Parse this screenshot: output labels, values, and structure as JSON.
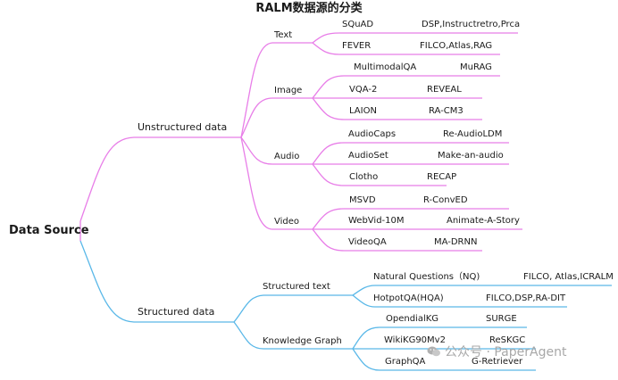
{
  "title": "RALM数据源的分类",
  "root": "Data Source",
  "colors": {
    "unstructured": "#e87ee8",
    "structured": "#5ab8e8",
    "watermark": "#a8a8a8"
  },
  "unstructured": {
    "label": "Unstructured data",
    "text": {
      "label": "Text",
      "rows": [
        [
          "SQuAD",
          "DSP,Instructretro,Prca"
        ],
        [
          "FEVER",
          "FILCO,Atlas,RAG"
        ]
      ]
    },
    "image": {
      "label": "Image",
      "rows": [
        [
          "MultimodalQA",
          "MuRAG"
        ],
        [
          "VQA-2",
          "REVEAL"
        ],
        [
          "LAION",
          "RA-CM3"
        ]
      ]
    },
    "audio": {
      "label": "Audio",
      "rows": [
        [
          "AudioCaps",
          "Re-AudioLDM"
        ],
        [
          "AudioSet",
          "Make-an-audio"
        ],
        [
          "Clotho",
          "RECAP"
        ]
      ]
    },
    "video": {
      "label": "Video",
      "rows": [
        [
          "MSVD",
          "R-ConvED"
        ],
        [
          "WebVid-10M",
          "Animate-A-Story"
        ],
        [
          "VideoQA",
          "MA-DRNN"
        ]
      ]
    }
  },
  "structured": {
    "label": "Structured data",
    "stext": {
      "label": "Structured text",
      "rows": [
        [
          "Natural Questions（NQ)",
          "FILCO, Atlas,ICRALM"
        ],
        [
          "HotpotQA(HQA)",
          "FILCO,DSP,RA-DIT"
        ]
      ]
    },
    "kg": {
      "label": "Knowledge Graph",
      "rows": [
        [
          "OpendialKG",
          "SURGE"
        ],
        [
          "WikiKG90Mv2",
          "ReSKGC"
        ],
        [
          "GraphQA",
          "G-Retriever"
        ]
      ]
    }
  },
  "watermark": {
    "icon": "wechat-icon",
    "text": "公众号 · PaperAgent"
  }
}
